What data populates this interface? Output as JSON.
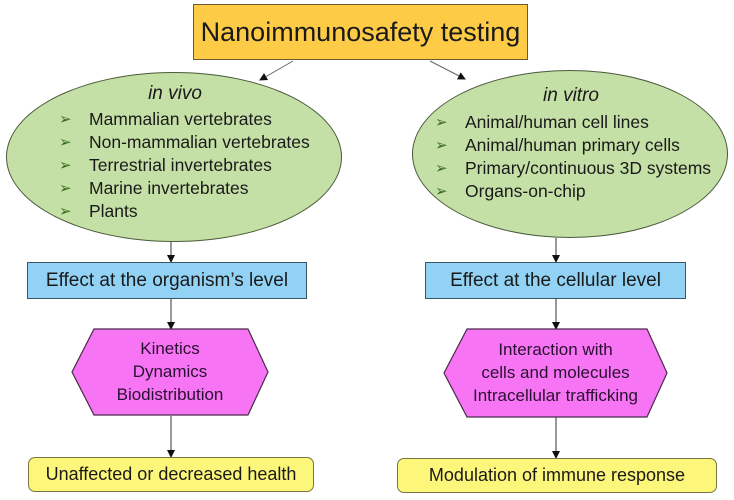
{
  "title": "Nanoimmunosafety testing",
  "colors": {
    "title_fill": "#FDCB45",
    "ellipse_fill": "#C5E0A6",
    "effect_fill": "#92D2F4",
    "process_fill": "#F775F5",
    "outcome_fill": "#FCF67A",
    "bullet": "#3b6b1e"
  },
  "branches": [
    {
      "heading": "in vivo",
      "bullet_icon": "➢",
      "items": [
        "Mammalian vertebrates",
        "Non-mammalian vertebrates",
        "Terrestrial invertebrates",
        "Marine invertebrates",
        "Plants"
      ],
      "effect": "Effect at the organism’s level",
      "process_lines": [
        "Kinetics",
        "Dynamics",
        "Biodistribution"
      ],
      "outcome": "Unaffected or decreased health"
    },
    {
      "heading": "in vitro",
      "bullet_icon": "➢",
      "items": [
        "Animal/human cell lines",
        "Animal/human primary cells",
        "Primary/continuous 3D systems",
        "Organs-on-chip"
      ],
      "effect": "Effect at the cellular level",
      "process_lines": [
        "Interaction with",
        "cells and molecules",
        "Intracellular trafficking"
      ],
      "outcome": "Modulation of immune response"
    }
  ]
}
